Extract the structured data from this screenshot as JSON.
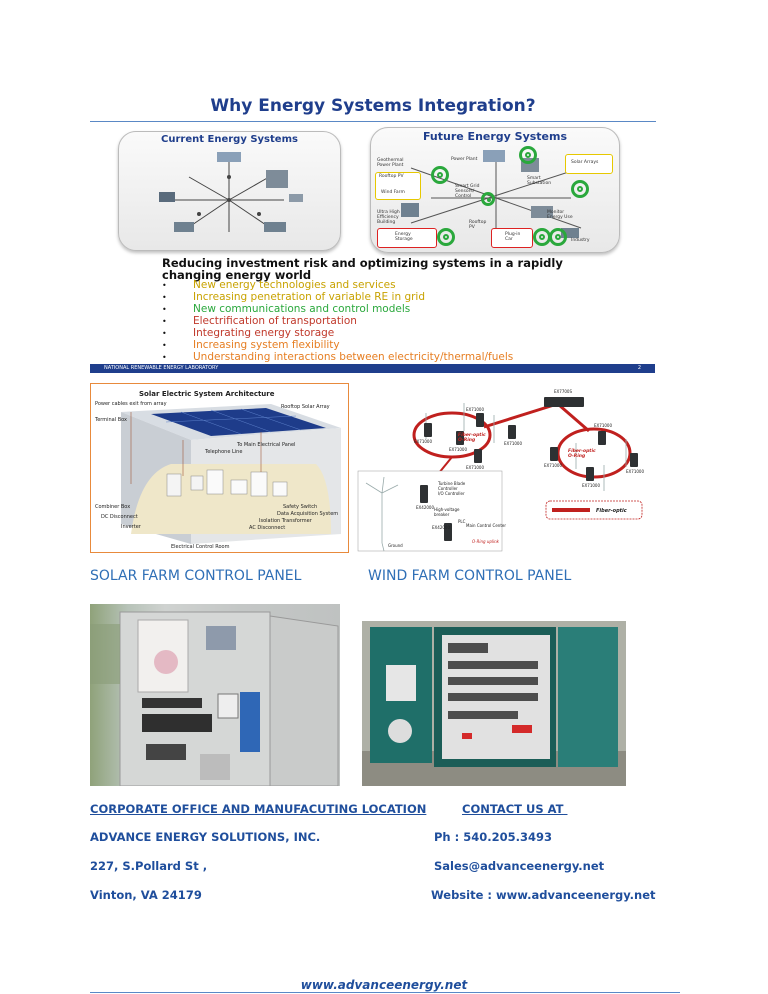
{
  "slide": {
    "title": "Why Energy Systems Integration?",
    "current_heading": "Current Energy Systems",
    "future_heading": "Future Energy Systems",
    "future_labels": {
      "power_plant": "Power Plant",
      "geothermal": "Geothermal Power Plant",
      "smart_substation": "Smart Substation",
      "solar_arrays": "Solar Arrays",
      "rooftop_pv": "Rooftop PV",
      "smart_grid": "Smart Grid Sensors/ Control",
      "wind_farm": "Wind Farm",
      "ultra_building": "Ultra High Efficiency Building",
      "monitor_energy": "Monitor Energy Use",
      "energy_storage": "Energy Storage",
      "rooftop_pv2": "Rooftop PV",
      "plugin_car": "Plug-in Car",
      "industry": "Industry"
    },
    "lead_text": "Reducing investment risk and optimizing systems in a rapidly changing energy world",
    "bullets": [
      {
        "text": "New energy technologies and services",
        "color": "#c8a200"
      },
      {
        "text": "Increasing penetration of variable RE in grid",
        "color": "#c8a200"
      },
      {
        "text": "New communications and control models",
        "color": "#2aa83c"
      },
      {
        "text": "Electrification of transportation",
        "color": "#c0392b"
      },
      {
        "text": "Integrating energy storage",
        "color": "#c0392b"
      },
      {
        "text": "Increasing system flexibility",
        "color": "#e67e22"
      },
      {
        "text": "Understanding interactions between electricity/thermal/fuels",
        "color": "#e67e22"
      }
    ],
    "bullet_glyph": "•",
    "footer_org": "NATIONAL RENEWABLE ENERGY LABORATORY",
    "page_number": "2"
  },
  "solar_diagram": {
    "title": "Solar Electric System Architecture",
    "labels": {
      "power_cables": "Power cables exit from array",
      "rooftop_array": "Rooftop Solar Array",
      "terminal_box": "Terminal Box",
      "to_main_panel": "To Main Electrical Panel",
      "telephone_line": "Telephone Line",
      "combiner_box": "Combiner Box",
      "dc_disconnect": "DC Disconnect",
      "inverter": "Inverter",
      "safety_switch": "Safety Switch",
      "data_acquisition": "Data Acquisition System",
      "isolation_transformer": "Isolation Transformer",
      "ac_disconnect": "AC Disconnect",
      "control_room": "Electrical Control Room"
    }
  },
  "wind_diagram": {
    "labels": {
      "ring1": "Fiber-optic O-Ring",
      "ring2": "Fiber-optic O-Ring",
      "legend": "Fiber-optic",
      "ground": "Ground",
      "turbine_controller": "Turbine Blade Controller",
      "io_controller": "I/O Controller",
      "high_voltage_breaker": "High-voltage breaker",
      "plc": "PLC",
      "main_control": "Main Control Center",
      "ring_link": "O-Ring uplink"
    },
    "switch_labels": [
      "EX7700S",
      "EX71000",
      "EX71000",
      "EX71000",
      "EX71000",
      "EX71000",
      "EX71000",
      "EX71000",
      "EX71000",
      "EX71000",
      "EX42000",
      "EX42000"
    ]
  },
  "captions": {
    "solar": "SOLAR FARM CONTROL PANEL",
    "wind": "WIND FARM CONTROL PANEL"
  },
  "contact": {
    "office_heading": "CORPORATE OFFICE AND MANUFACUTING LOCATION",
    "contact_heading": "CONTACT US AT",
    "company": "ADVANCE ENERGY SOLUTIONS, INC.",
    "street": "227, S.Pollard St ,",
    "city": "Vinton, VA 24179",
    "phone": "Ph : 540.205.3493",
    "email": "Sales@advanceenergy.net",
    "website": "Website : www.advanceenergy.net"
  },
  "footer": {
    "url": "www.advanceenergy.net"
  }
}
